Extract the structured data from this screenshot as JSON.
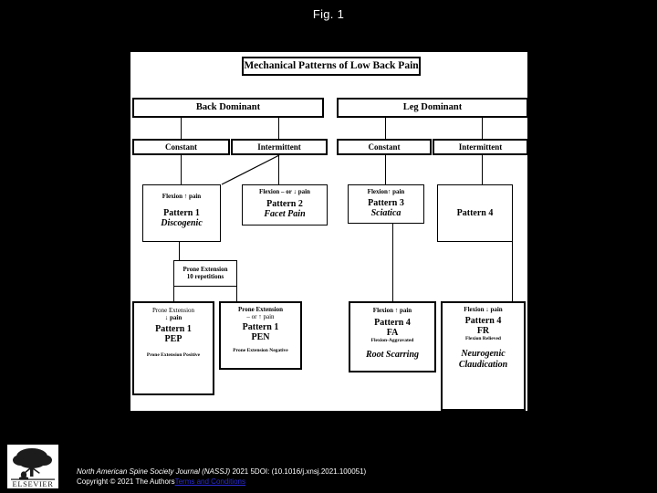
{
  "figure": {
    "caption": "Fig. 1",
    "title_box": "Mechanical Patterns of Low Back Pain"
  },
  "diagram": {
    "level1": [
      {
        "id": "back-dominant",
        "label": "Back Dominant"
      },
      {
        "id": "leg-dominant",
        "label": "Leg Dominant"
      }
    ],
    "level2": [
      {
        "id": "back-constant",
        "label": "Constant"
      },
      {
        "id": "back-intermittent",
        "label": "Intermittent"
      },
      {
        "id": "leg-constant",
        "label": "Constant"
      },
      {
        "id": "leg-intermittent",
        "label": "Intermittent"
      }
    ],
    "pattern1": {
      "condition": "Flexion ↑ pain",
      "title": "Pattern 1",
      "subtitle": "Discogenic"
    },
    "pattern2": {
      "condition": "Flexion – or ↓  pain",
      "title": "Pattern 2",
      "subtitle": "Facet Pain"
    },
    "pattern3": {
      "condition": "Flexion↑ pain",
      "title": "Pattern 3",
      "subtitle": "Sciatica"
    },
    "pattern4": {
      "title": "Pattern 4"
    },
    "test_box": {
      "line1": "Prone Extension",
      "line2": "10 repetitions"
    },
    "pep": {
      "condition1": "Prone Extension",
      "condition2": "↓ pain",
      "title": "Pattern 1",
      "code": "PEP",
      "expansion": "Prone Extension Positive"
    },
    "pen": {
      "condition1": "Prone Extension",
      "condition2": "– or ↑  pain",
      "title": "Pattern 1",
      "code": "PEN",
      "expansion": "Prone Extension Negative"
    },
    "fa": {
      "condition": "Flexion ↑ pain",
      "title": "Pattern 4",
      "code": "FA",
      "expansion": "Flexion-Aggravated",
      "diagnosis": "Root Scarring"
    },
    "fr": {
      "condition": "Flexion ↓ pain",
      "title": "Pattern 4",
      "code": "FR",
      "expansion": "Flexion Relieved",
      "diagnosis_line1": "Neurogenic",
      "diagnosis_line2": "Claudication"
    }
  },
  "footer": {
    "logo_text": "ELSEVIER",
    "journal": "North American Spine Society Journal (NASSJ)",
    "citation": " 2021 5DOI: (10.1016/j.xnsj.2021.100051)",
    "copyright": "Copyright © 2021 The Authors",
    "terms_link": "Terms and Conditions"
  },
  "colors": {
    "page_background": "#000000",
    "panel_background": "#ffffff",
    "text_on_dark": "#ffffff",
    "link": "#2b2bd4",
    "stroke": "#000000"
  }
}
